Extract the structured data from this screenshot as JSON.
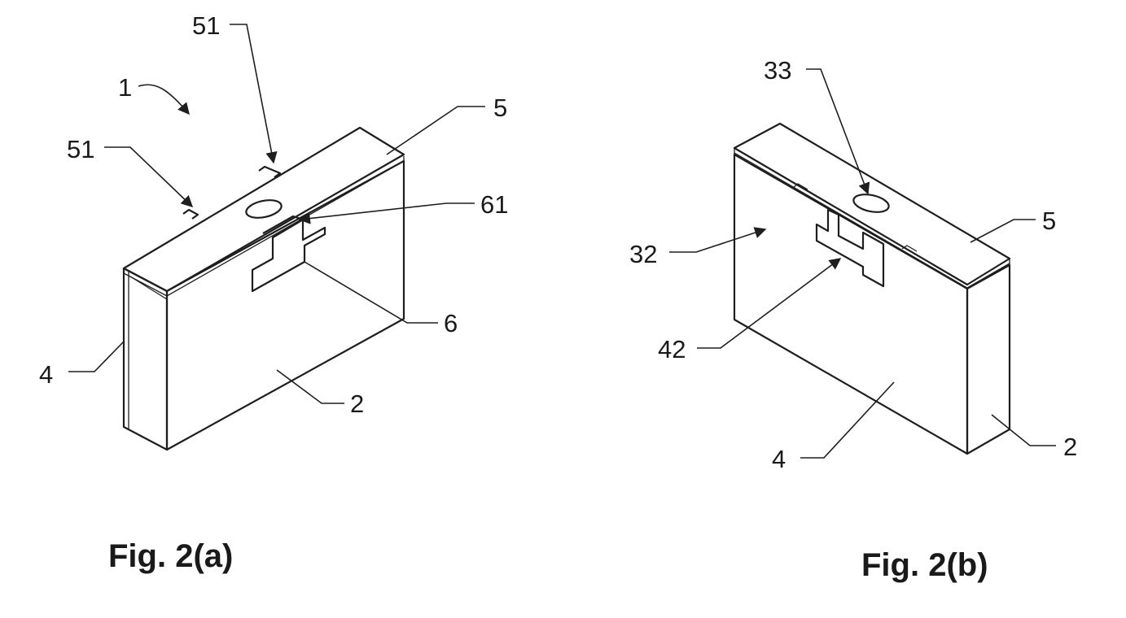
{
  "figures": [
    {
      "caption": "Fig. 2(a)",
      "labels": {
        "assembly": "1",
        "tab_left": "51",
        "tab_top": "51",
        "top_plate": "5",
        "slot": "61",
        "tab": "6",
        "front_face": "2",
        "side_face": "4"
      }
    },
    {
      "caption": "Fig. 2(b)",
      "labels": {
        "hole": "33",
        "top_plate": "5",
        "pattern_face": "32",
        "notch": "42",
        "hatched_face": "4",
        "end_face": "2"
      }
    }
  ],
  "colors": {
    "line": "#1e1e1e",
    "background": "#ffffff",
    "hatch_dark": "#3a3a3a",
    "hatch_light": "#9a9a9a"
  }
}
